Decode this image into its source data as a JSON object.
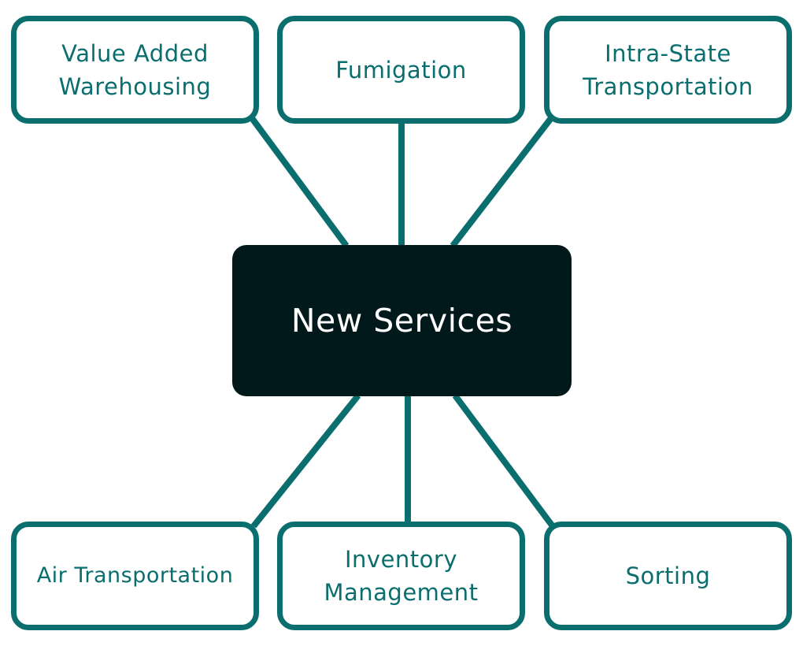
{
  "center": {
    "label": "New Services"
  },
  "top_nodes": [
    {
      "label": "Value Added Warehousing"
    },
    {
      "label": "Fumigation"
    },
    {
      "label": "Intra-State Transportation"
    }
  ],
  "bottom_nodes": [
    {
      "label": "Air Transportation"
    },
    {
      "label": "Inventory Management"
    },
    {
      "label": "Sorting"
    }
  ],
  "colors": {
    "accent": "#0b6e6e",
    "center_fill": "#02191c",
    "background": "#ffffff"
  }
}
